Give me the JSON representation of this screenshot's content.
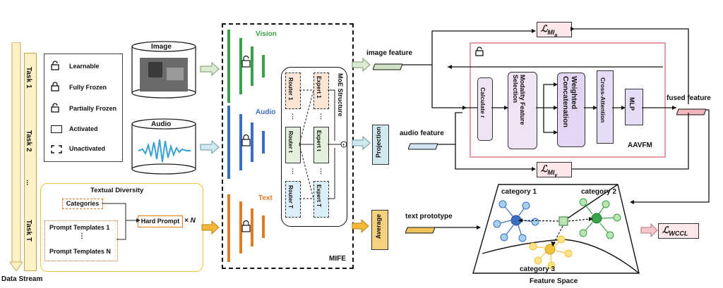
{
  "data_stream": {
    "label": "Data Stream",
    "tasks": [
      "Task 1",
      "Task 2",
      "...",
      "Task T"
    ]
  },
  "legend": {
    "learnable": "Learnable",
    "fully_frozen": "Fully Frozen",
    "partially_frozen": "Partially Frozen",
    "activated": "Activated",
    "unactivated": "Unactivated"
  },
  "inputs": {
    "image": "Image",
    "audio": "Audio"
  },
  "textual": {
    "title": "Textual Diversity",
    "categories": "Categories",
    "prompt1": "Prompt Templates 1",
    "dots": "⋮",
    "promptN": "Prompt Templates N",
    "hard_prompt": "Hard Prompt",
    "times_n": "× N"
  },
  "mife": {
    "title": "MIFE",
    "vision": "Vision",
    "audio": "Audio",
    "text": "Text",
    "moe": "MoE Structure",
    "router1": "Router 1",
    "router": "Router t",
    "routerT": "Router T",
    "expert1": "Expert 1",
    "expert": "Expert t",
    "expertT": "Expert T"
  },
  "features": {
    "image_feature": "image feature",
    "audio_feature": "audio feature",
    "text_prototype": "text prototype",
    "fused_feature": "fused feature",
    "projection": "Projection",
    "average": "Average"
  },
  "aavfm": {
    "title": "AAVFM",
    "calculate": "Calculate r",
    "modality": "Modality Feature Selection",
    "weighted": "Weighted Concatenation",
    "cross": "Cross-Attention",
    "mlp": "MLP"
  },
  "losses": {
    "mi_a": "MI",
    "mi_a_sub": "a",
    "mi_v": "MI",
    "mi_v_sub": "v",
    "wccl": "WCCL",
    "L": "ℒ"
  },
  "feature_space": {
    "title": "Feature Space",
    "cat1": "category 1",
    "cat2": "category 2",
    "cat3": "category 3"
  },
  "colors": {
    "vision": "#3aa14a",
    "audio": "#3a6fc4",
    "text": "#e07b26",
    "pink_border": "#e79aa5",
    "yellow_border": "#f3c33c"
  }
}
